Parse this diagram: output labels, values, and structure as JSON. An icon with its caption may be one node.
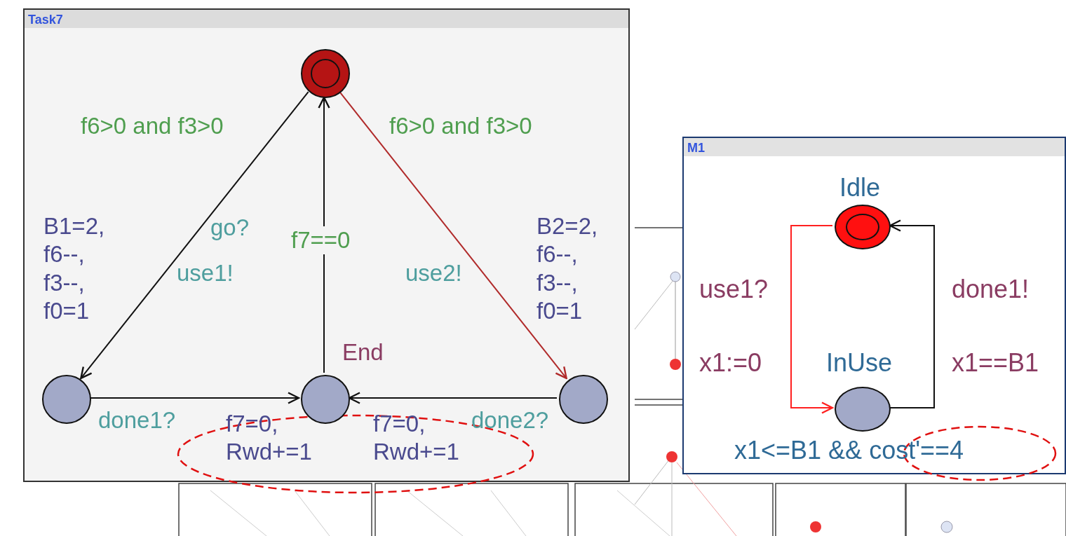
{
  "diagram": {
    "nodes": [
      {
        "text": [
          "Task7"
        ]
      },
      {
        "text": [],
        "shape": "circle",
        "in": 0
      },
      {
        "text": [],
        "shape": "circle",
        "in": 0
      },
      {
        "text": [],
        "shape": "circle",
        "in": 0,
        "beside": [
          "End"
        ]
      },
      {
        "text": [],
        "shape": "circle",
        "in": 0
      },
      {
        "text": [
          "M1"
        ]
      },
      {
        "text": [],
        "shape": "circle",
        "in": 5,
        "beside": [
          "Idle"
        ]
      },
      {
        "text": [],
        "shape": "circle",
        "in": 5,
        "beside": [
          "InUse",
          "x1<=B1 && cost'==4"
        ]
      }
    ],
    "edges": [
      {
        "from": 1,
        "to": 2,
        "arrow": "to",
        "label": "f6>0 and f3>0"
      },
      {
        "from": 3,
        "to": 1,
        "arrow": "to",
        "label": "f7==0"
      },
      {
        "from": 1,
        "to": 4,
        "arrow": "to",
        "label": "f6>0 and f3>0",
        "color": "#b02a2a"
      },
      {
        "from": 2,
        "to": 3,
        "arrow": "to",
        "label": "done1?"
      },
      {
        "from": 4,
        "to": 3,
        "arrow": "to",
        "label": "done2?"
      },
      {
        "from": 6,
        "to": 7,
        "arrow": "to",
        "label": "use1?",
        "color": "#ff2020"
      },
      {
        "from": 7,
        "to": 6,
        "arrow": "to",
        "label": "done1!"
      }
    ],
    "labels": [
      "B1=2, f6--, f3--, f0=1",
      "go?",
      "use1!",
      "use2!",
      "B2=2, f6--, f3--, f0=1",
      "f7=0, Rwd+=1",
      "f7=0, Rwd+=1",
      "x1:=0",
      "x1==B1"
    ]
  }
}
